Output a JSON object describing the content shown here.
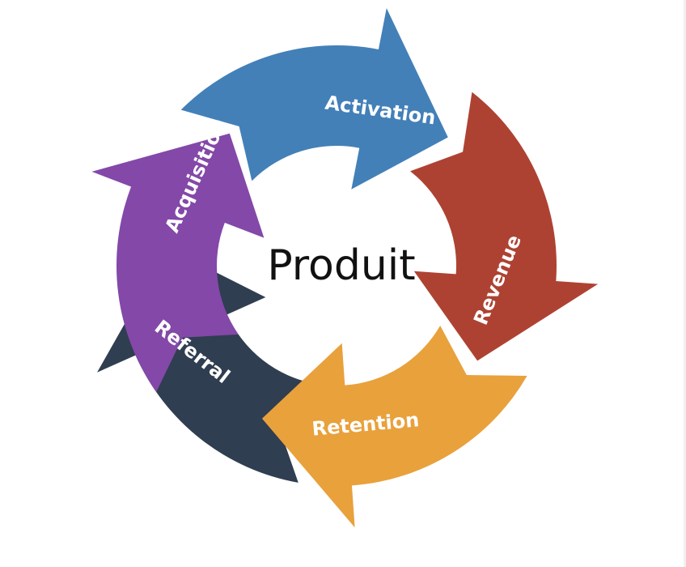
{
  "center": {
    "label": "Produit"
  },
  "stages": [
    {
      "id": "acquisition",
      "label": "Acquisition",
      "color": "#8348a8"
    },
    {
      "id": "activation",
      "label": "Activation",
      "color": "#4380b8"
    },
    {
      "id": "revenue",
      "label": "Revenue",
      "color": "#ae4232"
    },
    {
      "id": "retention",
      "label": "Retention",
      "color": "#e9a13c"
    },
    {
      "id": "referral",
      "label": "Referral",
      "color": "#2f3e50"
    }
  ]
}
